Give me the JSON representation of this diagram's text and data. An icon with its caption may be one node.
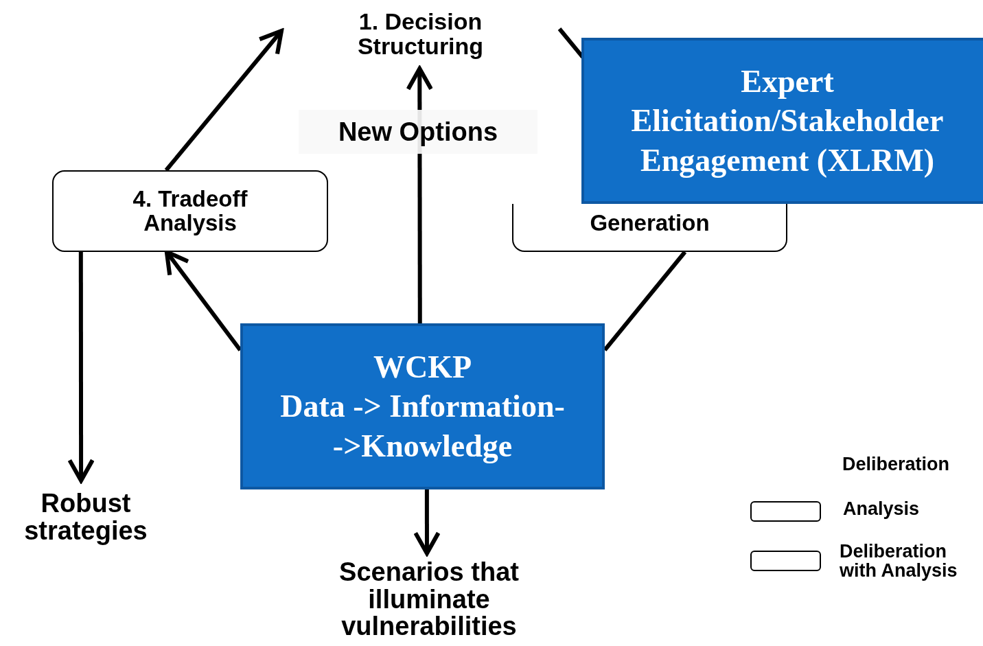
{
  "diagram": {
    "nodes": [
      {
        "text": [
          "1. Decision Structuring"
        ]
      },
      {
        "text": [
          "4. Tradeoff Analysis"
        ]
      },
      {
        "text": [
          "Generation"
        ]
      },
      {
        "text": [
          "Expert Elicitation/Stakeholder Engagement (XLRM)"
        ]
      },
      {
        "text": [
          "WCKP",
          "Data -> Information- ->Knowledge"
        ]
      },
      {
        "text": [
          "Robust strategies"
        ]
      },
      {
        "text": [
          "Scenarios that illuminate vulnerabilities"
        ]
      }
    ],
    "edges": [
      {
        "from": 1,
        "to": 0,
        "arrow": "to"
      },
      {
        "from": 4,
        "to": 0,
        "arrow": "to",
        "label": "New Options"
      },
      {
        "from": null,
        "to": 3,
        "arrow": "none"
      },
      {
        "from": 4,
        "to": 1,
        "arrow": "to"
      },
      {
        "from": 2,
        "to": 4,
        "arrow": "none"
      },
      {
        "from": 1,
        "to": 5,
        "arrow": "to"
      },
      {
        "from": 4,
        "to": 6,
        "arrow": "to"
      }
    ],
    "legend": [
      {
        "text": "Deliberation"
      },
      {
        "text": "Analysis"
      },
      {
        "text": "Deliberation with Analysis"
      }
    ]
  }
}
